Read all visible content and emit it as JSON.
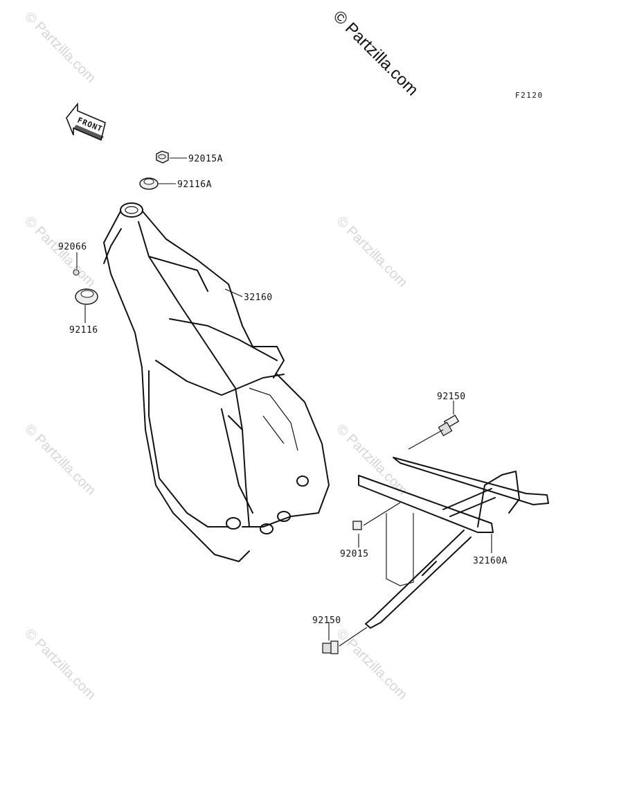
{
  "diagram": {
    "code": "F2120",
    "watermark": "© Partzilla.com",
    "front_label": "FRONT",
    "parts": {
      "p92015A": "92015A",
      "p92116A": "92116A",
      "p92066": "92066",
      "p92116": "92116",
      "p32160": "32160",
      "p92150_top": "92150",
      "p92015": "92015",
      "p32160A": "32160A",
      "p92150_bottom": "92150"
    }
  }
}
